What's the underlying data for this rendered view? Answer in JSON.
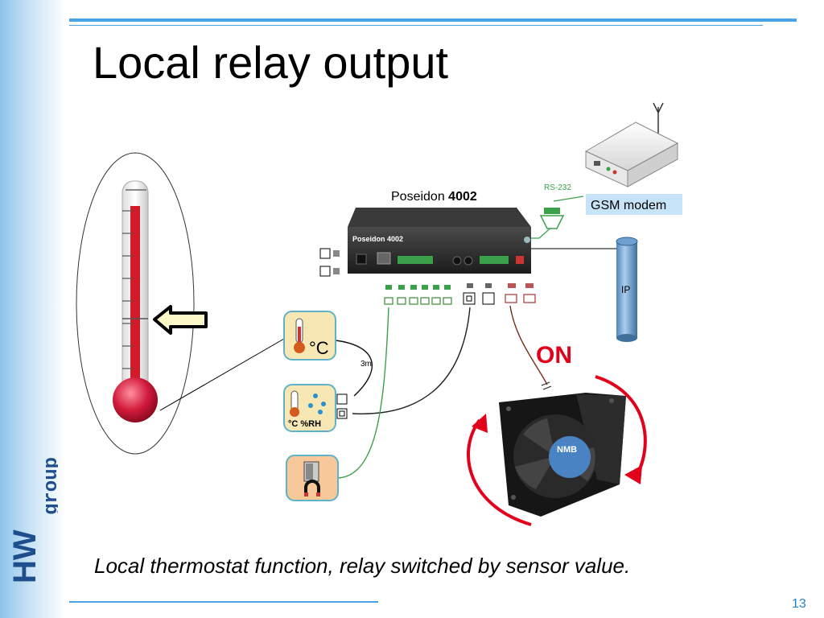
{
  "slide": {
    "title": "Local relay output",
    "caption": "Local thermostat function, relay switched by sensor  value.",
    "page_number": "13"
  },
  "logo": {
    "brand": "HW",
    "suffix": "group"
  },
  "diagram": {
    "device_label_normal": "Poseidon ",
    "device_label_bold": "4002",
    "device_front_text": "Poseidon 4002",
    "rs232_label": "RS-232",
    "modem_label": "GSM modem",
    "ip_label": "IP",
    "state_label": "ON",
    "cable_length": "3m",
    "sensor_temp_unit": "°C",
    "sensor_humidity_units": "°C  %RH",
    "fan_brand": "NMB"
  },
  "colors": {
    "accent_blue": "#4aa3e6",
    "on_red": "#e3001b",
    "green_wire": "#3aa14a",
    "sensor_bg": "#f7e7b4"
  }
}
